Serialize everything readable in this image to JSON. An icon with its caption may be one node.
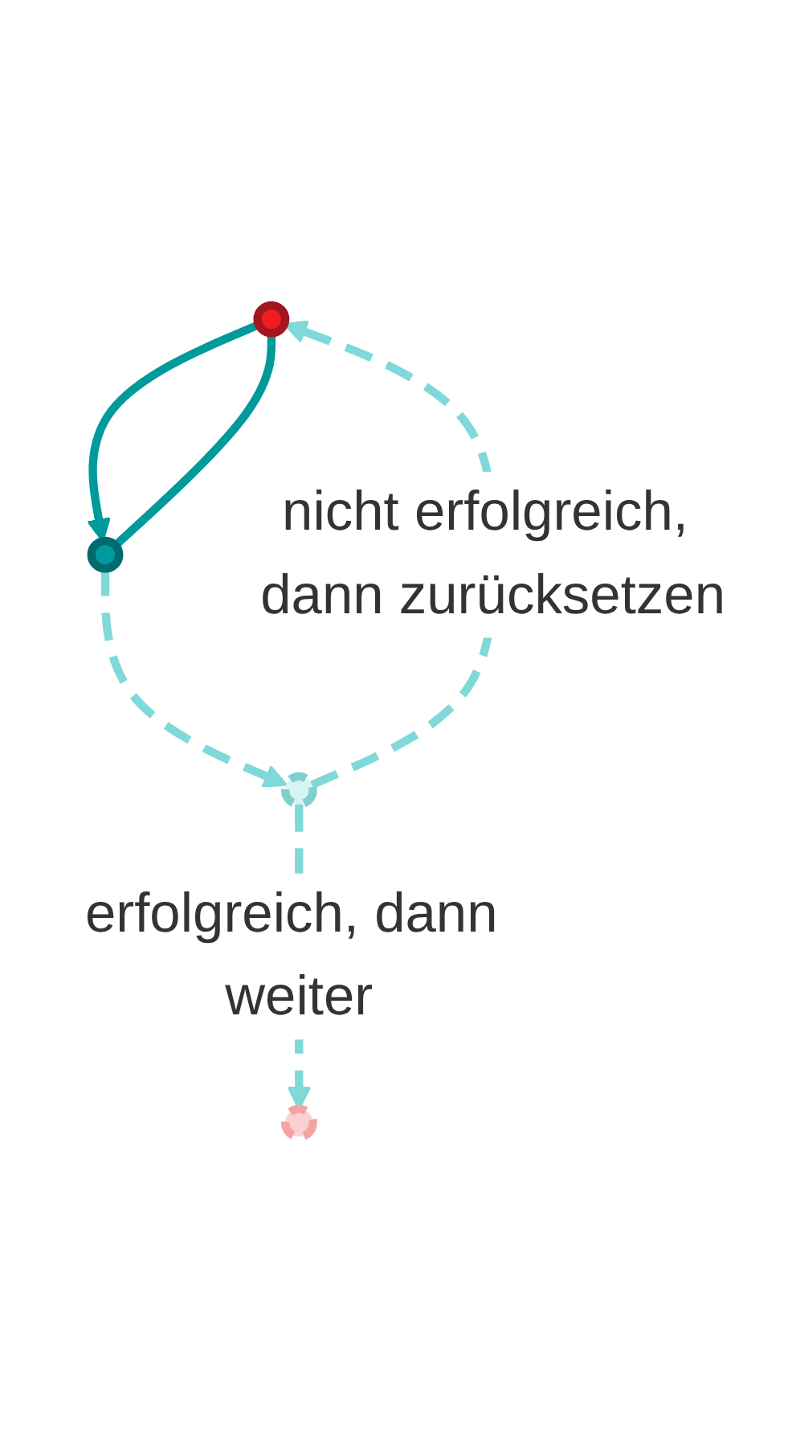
{
  "diagram": {
    "nodes": [
      {
        "text": [],
        "shape": "circle"
      },
      {
        "text": [],
        "shape": "circle"
      },
      {
        "text": [],
        "shape": "circle"
      },
      {
        "text": [],
        "shape": "circle"
      }
    ],
    "edges": [
      {
        "from": 0,
        "to": 1,
        "arrow": "to",
        "color": "#00999c"
      },
      {
        "from": 1,
        "to": 0,
        "arrow": "none",
        "color": "#00999c"
      },
      {
        "from": 1,
        "to": 2,
        "arrow": "to",
        "style": "dashed"
      },
      {
        "from": 2,
        "to": 0,
        "arrow": "to",
        "style": "dashed",
        "label": "nicht erfolgreich, dann zurücksetzen"
      },
      {
        "from": 2,
        "to": 3,
        "arrow": "to",
        "style": "dashed",
        "label": "erfolgreich, dann weiter"
      }
    ]
  }
}
